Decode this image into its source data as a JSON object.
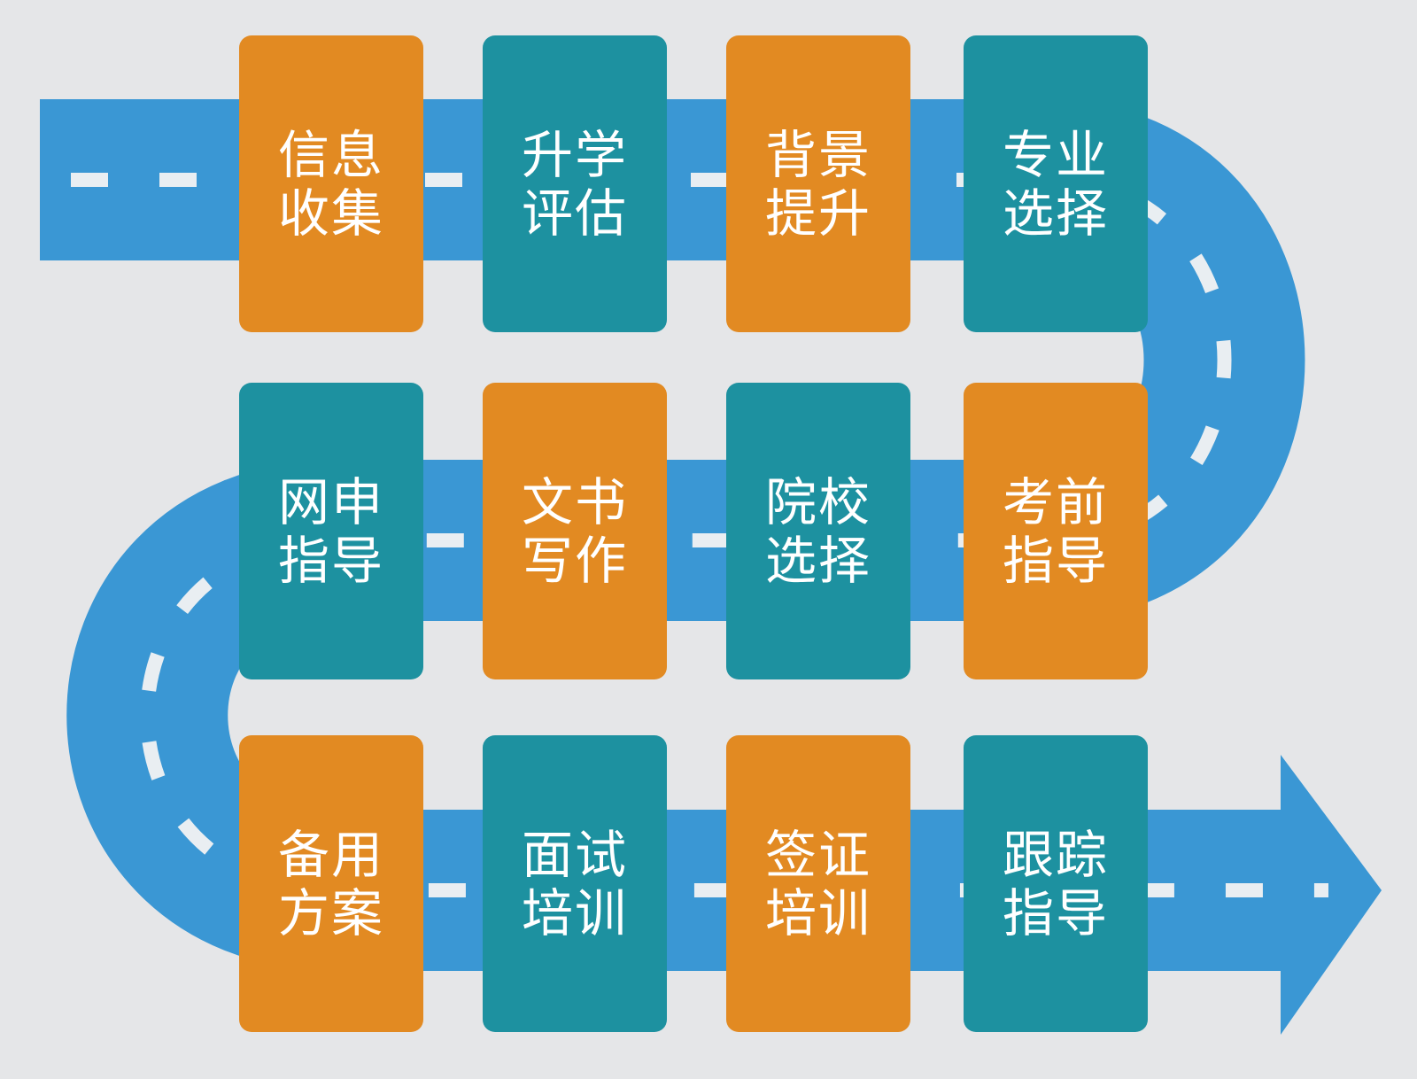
{
  "colors": {
    "background": "#e5e6e8",
    "road": "#3a97d4",
    "road_marking": "#e9eef2",
    "card_orange": "#e28a22",
    "card_teal": "#1d91a0"
  },
  "steps": [
    {
      "line1": "信息",
      "line2": "收集",
      "color": "orange"
    },
    {
      "line1": "升学",
      "line2": "评估",
      "color": "teal"
    },
    {
      "line1": "背景",
      "line2": "提升",
      "color": "orange"
    },
    {
      "line1": "专业",
      "line2": "选择",
      "color": "teal"
    },
    {
      "line1": "网申",
      "line2": "指导",
      "color": "teal"
    },
    {
      "line1": "文书",
      "line2": "写作",
      "color": "orange"
    },
    {
      "line1": "院校",
      "line2": "选择",
      "color": "teal"
    },
    {
      "line1": "考前",
      "line2": "指导",
      "color": "orange"
    },
    {
      "line1": "备用",
      "line2": "方案",
      "color": "orange"
    },
    {
      "line1": "面试",
      "line2": "培训",
      "color": "teal"
    },
    {
      "line1": "签证",
      "line2": "培训",
      "color": "orange"
    },
    {
      "line1": "跟踪",
      "line2": "指导",
      "color": "teal"
    }
  ]
}
